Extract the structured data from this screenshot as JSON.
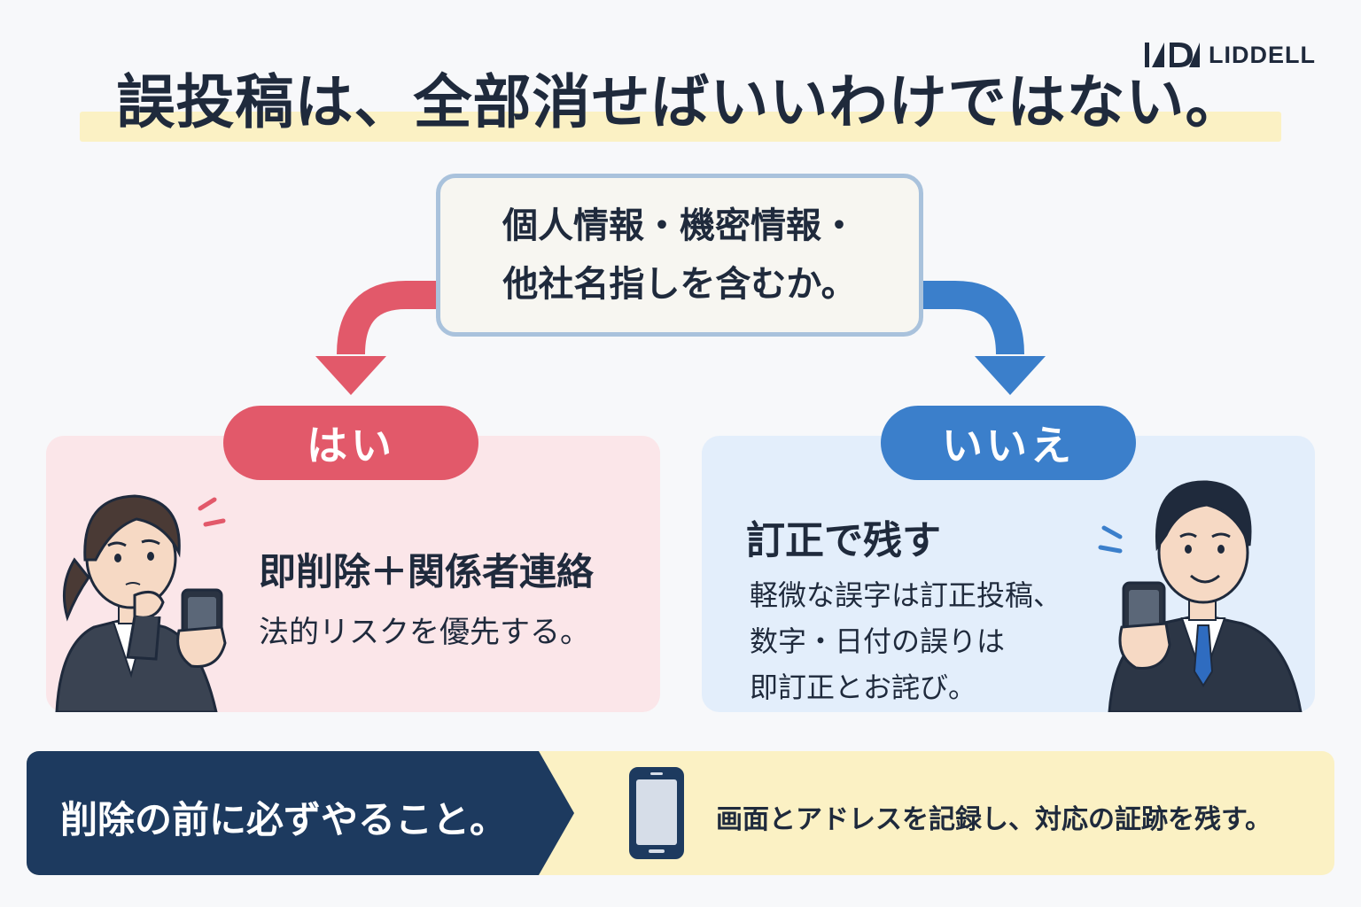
{
  "logo": {
    "name": "LIDDELL",
    "icon": "liddell-logo-icon"
  },
  "title": "誤投稿は、全部消せばいいわけではない。",
  "question": {
    "lines": [
      "個人情報・機密情報・",
      "他社名指しを含むか。"
    ]
  },
  "yes_branch": {
    "label": "はい",
    "heading": "即削除＋関係者連絡",
    "sub": "法的リスクを優先する。",
    "color": "#e2596a",
    "panel_color": "#fbe6e9",
    "illustration": "worried-woman-with-phone"
  },
  "no_branch": {
    "label": "いいえ",
    "heading": "訂正で残す",
    "lines": [
      "軽微な誤字は訂正投稿、",
      "数字・日付の誤りは",
      "即訂正とお詫び。"
    ],
    "color": "#3b7fcb",
    "panel_color": "#e3eefb",
    "illustration": "smiling-man-with-phone"
  },
  "bottom": {
    "left_text": "削除の前に必ずやること。",
    "right_text": "画面とアドレスを記録し、対応の証跡を残す。",
    "icon": "smartphone-icon",
    "dark_color": "#1d3a5f",
    "light_color": "#fbf1c4"
  }
}
